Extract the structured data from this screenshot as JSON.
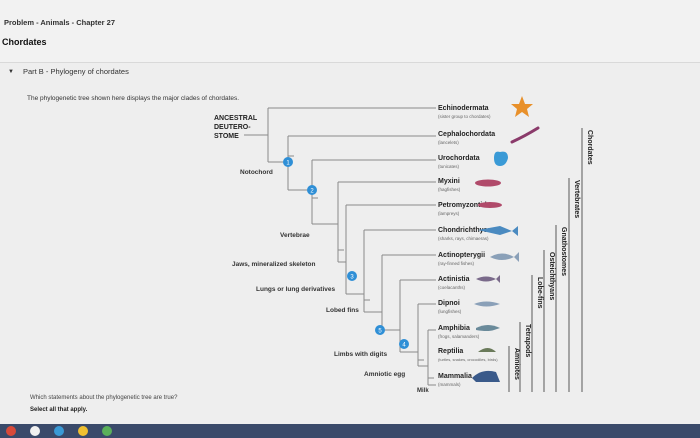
{
  "breadcrumb": "Problem - Animals - Chapter 27",
  "page_title": "Chordates",
  "part": {
    "label": "Part B - Phylogeny of chordates"
  },
  "intro_text": "The phylogenetic tree shown here displays the major clades of chordates.",
  "tree": {
    "root_label": [
      "ANCESTRAL",
      "DEUTERO-",
      "STOME"
    ],
    "taxa": [
      {
        "name": "Echinodermata",
        "sub": "(sister group to chordates)"
      },
      {
        "name": "Cephalochordata",
        "sub": "(lancelets)"
      },
      {
        "name": "Urochordata",
        "sub": "(tunicates)"
      },
      {
        "name": "Myxini",
        "sub": "(hagfishes)"
      },
      {
        "name": "Petromyzontida",
        "sub": "(lampreys)"
      },
      {
        "name": "Chondrichthyes",
        "sub": "(sharks, rays, chimaeras)"
      },
      {
        "name": "Actinopterygii",
        "sub": "(ray-finned fishes)"
      },
      {
        "name": "Actinistia",
        "sub": "(coelacanths)"
      },
      {
        "name": "Dipnoi",
        "sub": "(lungfishes)"
      },
      {
        "name": "Amphibia",
        "sub": "(frogs, salamanders)"
      },
      {
        "name": "Reptilia",
        "sub": "(turtles, snakes, crocodiles, birds)"
      },
      {
        "name": "Mammalia",
        "sub": "(mammals)"
      }
    ],
    "traits": {
      "notochord": "Notochord",
      "vertebrae": "Vertebrae",
      "jaws": "Jaws, mineralized skeleton",
      "lungs": "Lungs or lung derivatives",
      "lobed_fins": "Lobed fins",
      "limbs": "Limbs with digits",
      "amniotic_egg": "Amniotic egg",
      "milk": "Milk"
    },
    "node_numbers": [
      "1",
      "2",
      "3",
      "4",
      "5"
    ],
    "clades": [
      "Chordates",
      "Vertebrates",
      "Gnathostomes",
      "Osteichthyans",
      "Lobe-fins",
      "Tetrapods",
      "Amniotes"
    ]
  },
  "question_text": "Which statements about the phylogenetic tree are true?",
  "select_all": "Select all that apply.",
  "colors": {
    "node": "#2f8fd6",
    "tree_line": "#8a8a8a",
    "bracket": "#333333"
  }
}
